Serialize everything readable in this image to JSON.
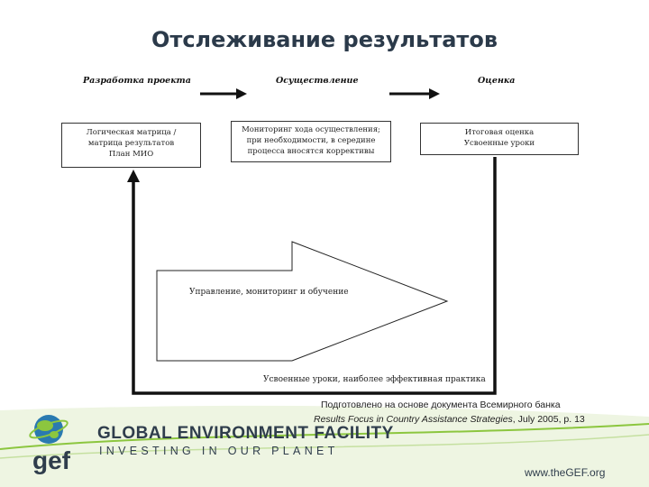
{
  "title": "Отслеживание результатов",
  "stages": {
    "design": "Разработка проекта",
    "implementation": "Осуществление",
    "evaluation": "Оценка"
  },
  "boxes": {
    "design": [
      "Логическая матрица /",
      "матрица результатов",
      "План МИО"
    ],
    "implementation": [
      "Мониторинг хода осуществления;",
      "при необходимости, в середине",
      "процесса вносятся коррективы"
    ],
    "evaluation": [
      "Итоговая оценка",
      "Усвоенные уроки"
    ]
  },
  "big_arrow_label": "Управление, мониторинг и обучение",
  "feedback_label": "Усвоенные уроки, наиболее эффективная практика",
  "source": {
    "line1": "Подготовлено на основе документа Всемирного банка",
    "line2_italic": "Results Focus in Country Assistance Strategies",
    "line2_rest": ", July 2005, p. 13"
  },
  "footer": {
    "logo_text": "gef",
    "org_name": "GLOBAL ENVIRONMENT FACILITY",
    "tagline": "INVESTING IN OUR PLANET",
    "url": "www.theGEF.org"
  },
  "colors": {
    "title": "#2b3a4a",
    "footer_green": "#8cc63f",
    "footer_text": "#2f3d4c"
  }
}
